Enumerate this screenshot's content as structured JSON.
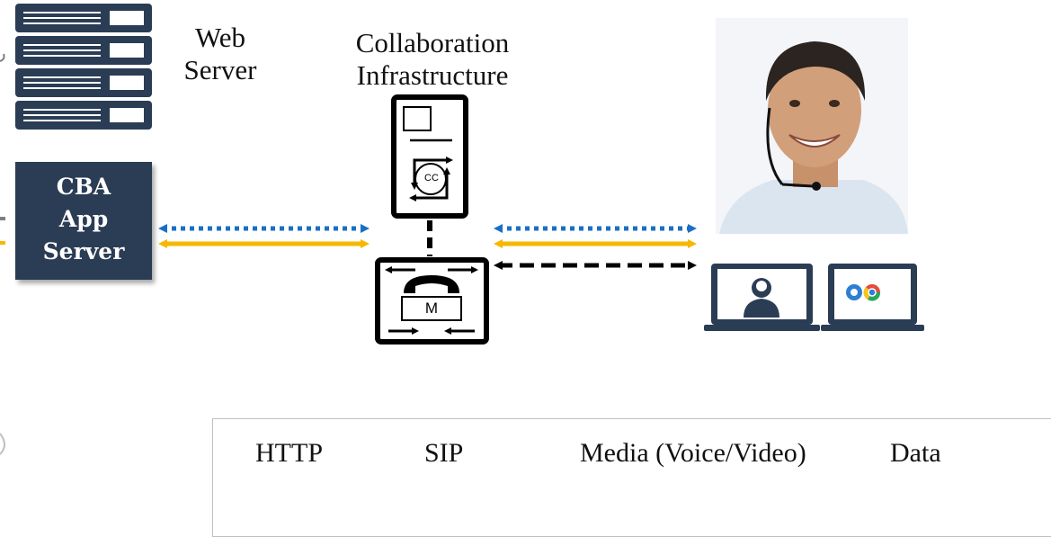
{
  "labels": {
    "web_server": "Web\nServer",
    "collaboration": "Collaboration\nInfrastructure",
    "app_server": "CBA\nApp\nServer"
  },
  "icons": {
    "contact_center": "CC",
    "media_server": "M"
  },
  "legend": [
    {
      "label": "HTTP",
      "color": "#7f7f7f",
      "style": "dashed"
    },
    {
      "label": "SIP",
      "color": "#1a6fc4",
      "style": "dotted"
    },
    {
      "label": "Media (Voice/Video)",
      "color": "#f6b800",
      "style": "solid"
    },
    {
      "label": "Data",
      "color": "#000000",
      "style": "dashed"
    }
  ],
  "colors": {
    "sip": "#1a6fc4",
    "media": "#f6b800",
    "data": "#000000",
    "http": "#7f7f7f",
    "app_server_bg": "#2b3d55",
    "server_rack": "#2b3d55"
  }
}
